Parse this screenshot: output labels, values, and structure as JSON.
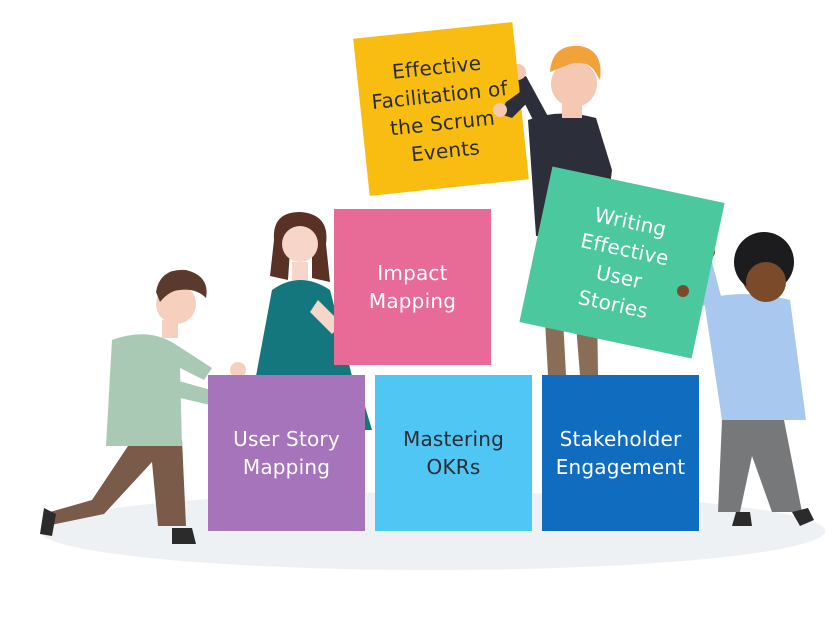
{
  "blocks": {
    "user_story_mapping": {
      "label": "User Story\nMapping",
      "color": "#a574ba"
    },
    "mastering_okrs": {
      "label": "Mastering\nOKRs",
      "color": "#4fc6f4"
    },
    "stakeholder_engagement": {
      "label": "Stakeholder\nEngagement",
      "color": "#0f6cbf"
    },
    "impact_mapping": {
      "label": "Impact\nMapping",
      "color": "#e86a97"
    },
    "effective_facilitation": {
      "label": "Effective\nFacilitation of\nthe Scrum\nEvents",
      "color": "#f8bd10"
    },
    "writing_user_stories": {
      "label": "Writing\nEffective\nUser\nStories",
      "color": "#4cc89e"
    }
  }
}
